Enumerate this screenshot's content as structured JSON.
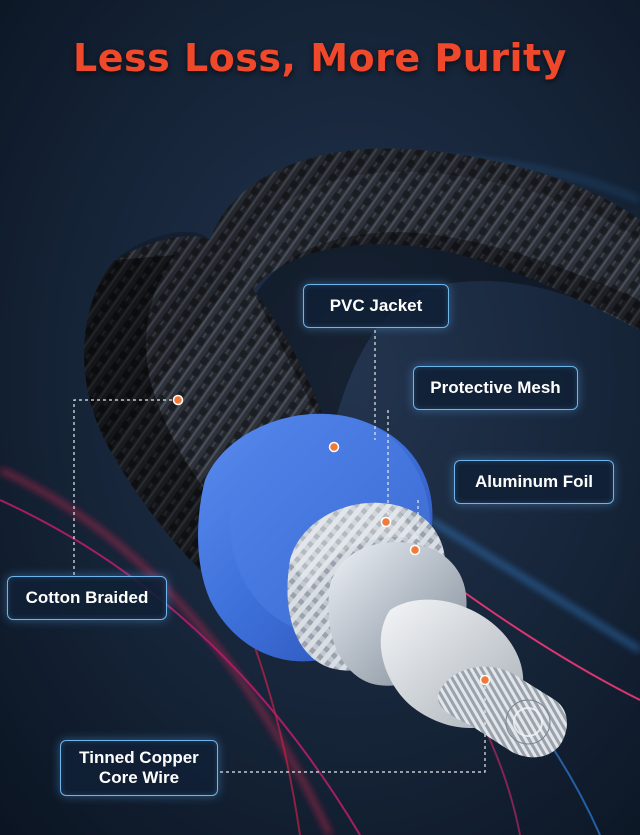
{
  "headline": "Less Loss, More Purity",
  "labels": {
    "pvc_jacket": "PVC Jacket",
    "protective_mesh": "Protective Mesh",
    "aluminum_foil": "Aluminum Foil",
    "cotton_braided": "Cotton Braided",
    "core_wire_line1": "Tinned Copper",
    "core_wire_line2": "Core Wire"
  },
  "colors": {
    "headline": "#f0482a",
    "background": "#0d1726",
    "label_border": "#6fb4ea",
    "pvc_jacket": "#3d6fd9",
    "marker": "#f07a3a"
  }
}
